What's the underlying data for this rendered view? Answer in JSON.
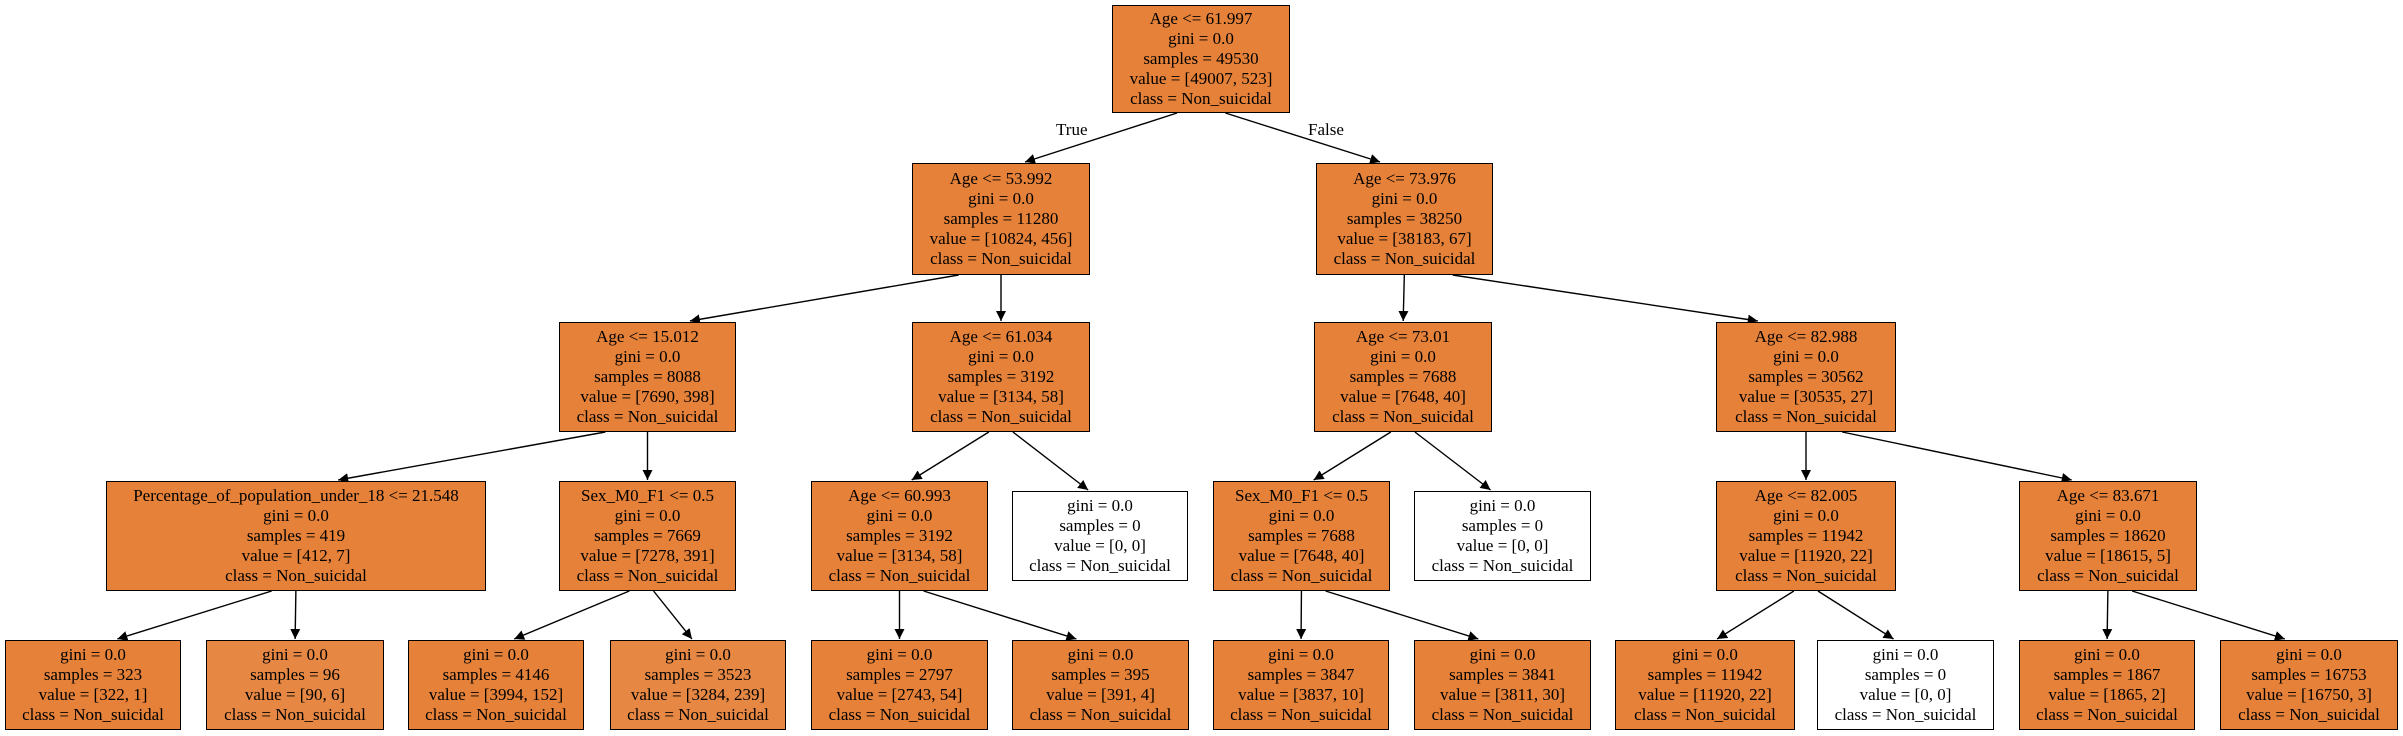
{
  "diagram": {
    "type": "decision-tree",
    "colors": {
      "orange": "#e58139",
      "light_orange": "#e68844",
      "white": "#ffffff",
      "border": "#000000"
    },
    "edge_labels": {
      "true_label": "True",
      "false_label": "False"
    },
    "nodes": [
      {
        "id": "n0",
        "lines": [
          "Age <= 61.997",
          "gini = 0.0",
          "samples = 49530",
          "value = [49007, 523]",
          "class = Non_suicidal"
        ],
        "fill": "orange"
      },
      {
        "id": "n1",
        "lines": [
          "Age <= 53.992",
          "gini = 0.0",
          "samples = 11280",
          "value = [10824, 456]",
          "class = Non_suicidal"
        ],
        "fill": "orange"
      },
      {
        "id": "n2",
        "lines": [
          "Age <= 73.976",
          "gini = 0.0",
          "samples = 38250",
          "value = [38183, 67]",
          "class = Non_suicidal"
        ],
        "fill": "orange"
      },
      {
        "id": "n3",
        "lines": [
          "Age <= 15.012",
          "gini = 0.0",
          "samples = 8088",
          "value = [7690, 398]",
          "class = Non_suicidal"
        ],
        "fill": "orange"
      },
      {
        "id": "n4",
        "lines": [
          "Age <= 61.034",
          "gini = 0.0",
          "samples = 3192",
          "value = [3134, 58]",
          "class = Non_suicidal"
        ],
        "fill": "orange"
      },
      {
        "id": "n5",
        "lines": [
          "Age <= 73.01",
          "gini = 0.0",
          "samples = 7688",
          "value = [7648, 40]",
          "class = Non_suicidal"
        ],
        "fill": "orange"
      },
      {
        "id": "n6",
        "lines": [
          "Age <= 82.988",
          "gini = 0.0",
          "samples = 30562",
          "value = [30535, 27]",
          "class = Non_suicidal"
        ],
        "fill": "orange"
      },
      {
        "id": "n7",
        "lines": [
          "Percentage_of_population_under_18 <= 21.548",
          "gini = 0.0",
          "samples = 419",
          "value = [412, 7]",
          "class = Non_suicidal"
        ],
        "fill": "orange"
      },
      {
        "id": "n8",
        "lines": [
          "Sex_M0_F1 <= 0.5",
          "gini = 0.0",
          "samples = 7669",
          "value = [7278, 391]",
          "class = Non_suicidal"
        ],
        "fill": "orange"
      },
      {
        "id": "n9",
        "lines": [
          "Age <= 60.993",
          "gini = 0.0",
          "samples = 3192",
          "value = [3134, 58]",
          "class = Non_suicidal"
        ],
        "fill": "orange"
      },
      {
        "id": "n10",
        "lines": [
          "gini = 0.0",
          "samples = 0",
          "value = [0, 0]",
          "class = Non_suicidal"
        ],
        "fill": "white"
      },
      {
        "id": "n11",
        "lines": [
          "Sex_M0_F1 <= 0.5",
          "gini = 0.0",
          "samples = 7688",
          "value = [7648, 40]",
          "class = Non_suicidal"
        ],
        "fill": "orange"
      },
      {
        "id": "n12",
        "lines": [
          "gini = 0.0",
          "samples = 0",
          "value = [0, 0]",
          "class = Non_suicidal"
        ],
        "fill": "white"
      },
      {
        "id": "n13",
        "lines": [
          "Age <= 82.005",
          "gini = 0.0",
          "samples = 11942",
          "value = [11920, 22]",
          "class = Non_suicidal"
        ],
        "fill": "orange"
      },
      {
        "id": "n14",
        "lines": [
          "Age <= 83.671",
          "gini = 0.0",
          "samples = 18620",
          "value = [18615, 5]",
          "class = Non_suicidal"
        ],
        "fill": "orange"
      },
      {
        "id": "n15",
        "lines": [
          "gini = 0.0",
          "samples = 323",
          "value = [322, 1]",
          "class = Non_suicidal"
        ],
        "fill": "orange"
      },
      {
        "id": "n16",
        "lines": [
          "gini = 0.0",
          "samples = 96",
          "value = [90, 6]",
          "class = Non_suicidal"
        ],
        "fill": "light_orange"
      },
      {
        "id": "n17",
        "lines": [
          "gini = 0.0",
          "samples = 4146",
          "value = [3994, 152]",
          "class = Non_suicidal"
        ],
        "fill": "orange"
      },
      {
        "id": "n18",
        "lines": [
          "gini = 0.0",
          "samples = 3523",
          "value = [3284, 239]",
          "class = Non_suicidal"
        ],
        "fill": "light_orange"
      },
      {
        "id": "n19",
        "lines": [
          "gini = 0.0",
          "samples = 2797",
          "value = [2743, 54]",
          "class = Non_suicidal"
        ],
        "fill": "orange"
      },
      {
        "id": "n20",
        "lines": [
          "gini = 0.0",
          "samples = 395",
          "value = [391, 4]",
          "class = Non_suicidal"
        ],
        "fill": "orange"
      },
      {
        "id": "n21",
        "lines": [
          "gini = 0.0",
          "samples = 3847",
          "value = [3837, 10]",
          "class = Non_suicidal"
        ],
        "fill": "orange"
      },
      {
        "id": "n22",
        "lines": [
          "gini = 0.0",
          "samples = 3841",
          "value = [3811, 30]",
          "class = Non_suicidal"
        ],
        "fill": "orange"
      },
      {
        "id": "n23",
        "lines": [
          "gini = 0.0",
          "samples = 11942",
          "value = [11920, 22]",
          "class = Non_suicidal"
        ],
        "fill": "orange"
      },
      {
        "id": "n24",
        "lines": [
          "gini = 0.0",
          "samples = 0",
          "value = [0, 0]",
          "class = Non_suicidal"
        ],
        "fill": "white"
      },
      {
        "id": "n25",
        "lines": [
          "gini = 0.0",
          "samples = 1867",
          "value = [1865, 2]",
          "class = Non_suicidal"
        ],
        "fill": "orange"
      },
      {
        "id": "n26",
        "lines": [
          "gini = 0.0",
          "samples = 16753",
          "value = [16750, 3]",
          "class = Non_suicidal"
        ],
        "fill": "orange"
      }
    ],
    "edges": [
      [
        "n0",
        "n1"
      ],
      [
        "n0",
        "n2"
      ],
      [
        "n1",
        "n3"
      ],
      [
        "n1",
        "n4"
      ],
      [
        "n2",
        "n5"
      ],
      [
        "n2",
        "n6"
      ],
      [
        "n3",
        "n7"
      ],
      [
        "n3",
        "n8"
      ],
      [
        "n4",
        "n9"
      ],
      [
        "n4",
        "n10"
      ],
      [
        "n5",
        "n11"
      ],
      [
        "n5",
        "n12"
      ],
      [
        "n6",
        "n13"
      ],
      [
        "n6",
        "n14"
      ],
      [
        "n7",
        "n15"
      ],
      [
        "n7",
        "n16"
      ],
      [
        "n8",
        "n17"
      ],
      [
        "n8",
        "n18"
      ],
      [
        "n9",
        "n19"
      ],
      [
        "n9",
        "n20"
      ],
      [
        "n11",
        "n21"
      ],
      [
        "n11",
        "n22"
      ],
      [
        "n13",
        "n23"
      ],
      [
        "n13",
        "n24"
      ],
      [
        "n14",
        "n25"
      ],
      [
        "n14",
        "n26"
      ]
    ]
  }
}
